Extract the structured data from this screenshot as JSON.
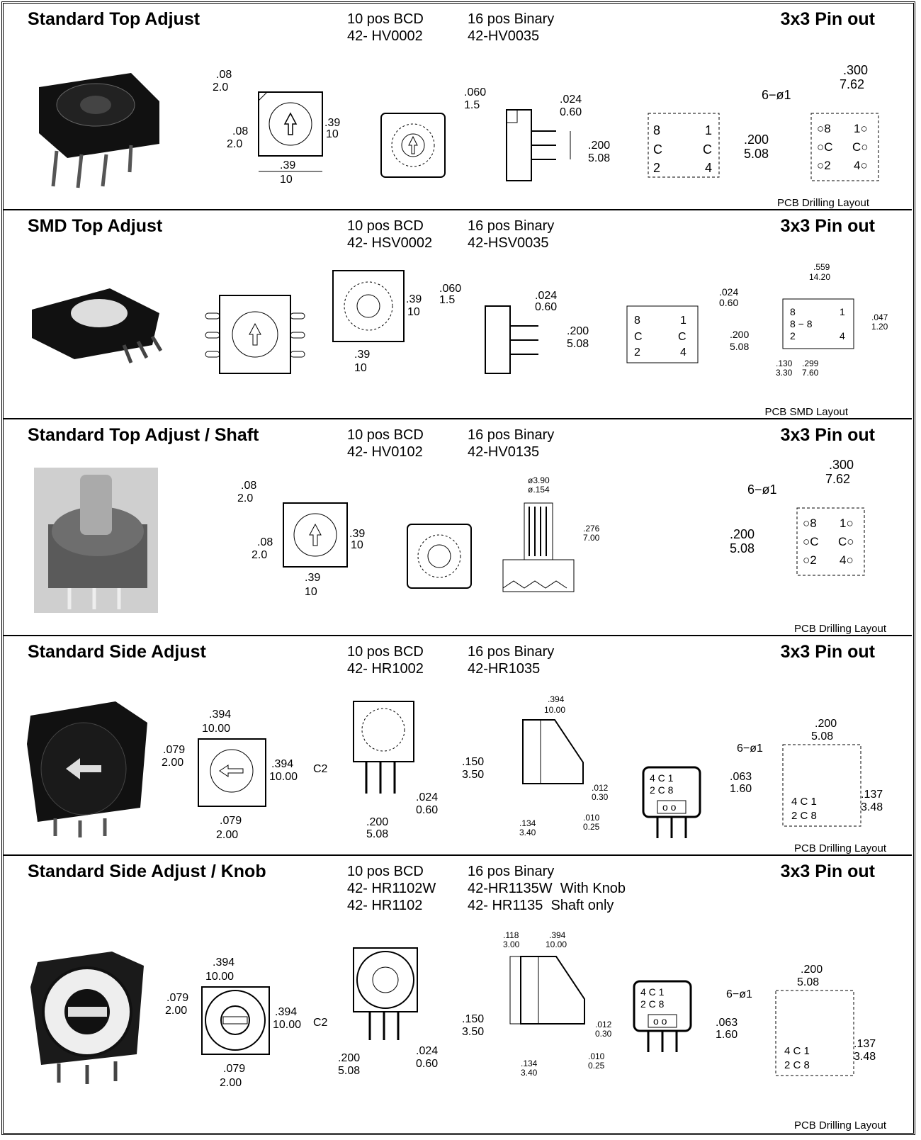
{
  "common": {
    "pin_out": "3x3 Pin out",
    "col_bcd": "10 pos BCD",
    "col_bin": "16 pos Binary"
  },
  "sections": [
    {
      "title": "Standard Top Adjust",
      "parts": [
        [
          "42- HV0002",
          "42-HV0035"
        ]
      ],
      "layout_label": "PCB Drilling Layout",
      "dims": {
        "a": ".08",
        "b": "2.0",
        "c": ".39",
        "d": "10",
        "e": ".060",
        "f": "1.5",
        "g": ".024",
        "h": "0.60",
        "i": ".200",
        "j": "5.08",
        "k": ".300",
        "l": "7.62",
        "m": "6−ø1"
      }
    },
    {
      "title": "SMD Top Adjust",
      "parts": [
        [
          "42- HSV0002",
          "42-HSV0035"
        ]
      ],
      "layout_label": "PCB SMD Layout",
      "dims": {
        "a": ".559",
        "b": "14.20",
        "c": ".047",
        "d": "1.20",
        "e": ".130",
        "f": "3.30",
        "g": ".299",
        "h": "7.60"
      }
    },
    {
      "title": "Standard Top Adjust / Shaft",
      "parts": [
        [
          "42- HV0102",
          "42-HV0135"
        ]
      ],
      "layout_label": "PCB Drilling Layout",
      "dims": {
        "a": "ø3.90",
        "b": "ø.154",
        "c": ".276",
        "d": "7.00"
      }
    },
    {
      "title": "Standard Side Adjust",
      "parts": [
        [
          "42- HR1002",
          "42-HR1035"
        ]
      ],
      "layout_label": "PCB Drilling Layout",
      "dims": {
        "a": ".394",
        "b": "10.00",
        "c": ".079",
        "d": "2.00",
        "e": ".150",
        "f": "3.50",
        "g": ".012",
        "h": "0.30",
        "i": ".010",
        "j": "0.25",
        "k": ".134",
        "l": "3.40",
        "m": ".063",
        "n": "1.60",
        "o": ".137",
        "p": "3.48",
        "q": "C2"
      }
    },
    {
      "title": "Standard Side Adjust / Knob",
      "parts": [
        [
          "42- HR1102W",
          "42-HR1135W  With Knob"
        ],
        [
          "42- HR1102",
          "42- HR1135  Shaft only"
        ]
      ],
      "layout_label": "PCB Drilling Layout",
      "dims": {
        "a": ".118",
        "b": "3.00"
      }
    }
  ]
}
